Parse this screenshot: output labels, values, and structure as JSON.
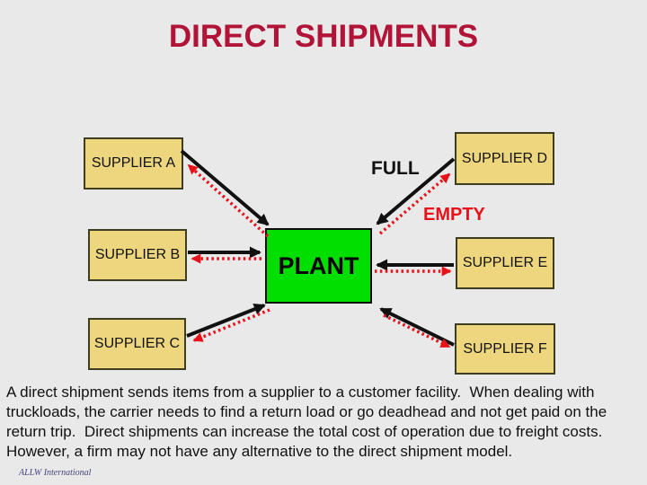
{
  "slide": {
    "title": "DIRECT SHIPMENTS",
    "background_color": "#e9e9e9",
    "title_color": "#b11437"
  },
  "diagram": {
    "plant": {
      "label": "PLANT",
      "fill": "#00df00"
    },
    "supplier_fill": "#edd67e",
    "suppliers": [
      {
        "label": "SUPPLIER A"
      },
      {
        "label": "SUPPLIER B"
      },
      {
        "label": "SUPPLIER C"
      },
      {
        "label": "SUPPLIER D"
      },
      {
        "label": "SUPPLIER E"
      },
      {
        "label": "SUPPLIER F"
      }
    ],
    "flow_labels": {
      "full": "FULL",
      "empty": "EMPTY"
    },
    "arrow_full_color": "#111111",
    "arrow_empty_color": "#e8111a",
    "connections": [
      {
        "from": "SUPPLIER A",
        "to": "PLANT",
        "truck": "full"
      },
      {
        "from": "PLANT",
        "to": "SUPPLIER A",
        "truck": "empty"
      },
      {
        "from": "SUPPLIER B",
        "to": "PLANT",
        "truck": "full"
      },
      {
        "from": "PLANT",
        "to": "SUPPLIER B",
        "truck": "empty"
      },
      {
        "from": "SUPPLIER C",
        "to": "PLANT",
        "truck": "full"
      },
      {
        "from": "PLANT",
        "to": "SUPPLIER C",
        "truck": "empty"
      },
      {
        "from": "SUPPLIER D",
        "to": "PLANT",
        "truck": "full"
      },
      {
        "from": "PLANT",
        "to": "SUPPLIER D",
        "truck": "empty"
      },
      {
        "from": "SUPPLIER E",
        "to": "PLANT",
        "truck": "full"
      },
      {
        "from": "PLANT",
        "to": "SUPPLIER E",
        "truck": "empty"
      },
      {
        "from": "SUPPLIER F",
        "to": "PLANT",
        "truck": "full"
      },
      {
        "from": "PLANT",
        "to": "SUPPLIER F",
        "truck": "empty"
      }
    ]
  },
  "body_text": "A direct shipment sends items from a supplier to a customer facility.  When dealing with truckloads, the carrier needs to find a return load or go deadhead and not get paid on the return trip.  Direct shipments can increase the total cost of operation due to freight costs.  However, a firm may not have any alternative to the direct shipment model.",
  "footer": "ALLW International"
}
